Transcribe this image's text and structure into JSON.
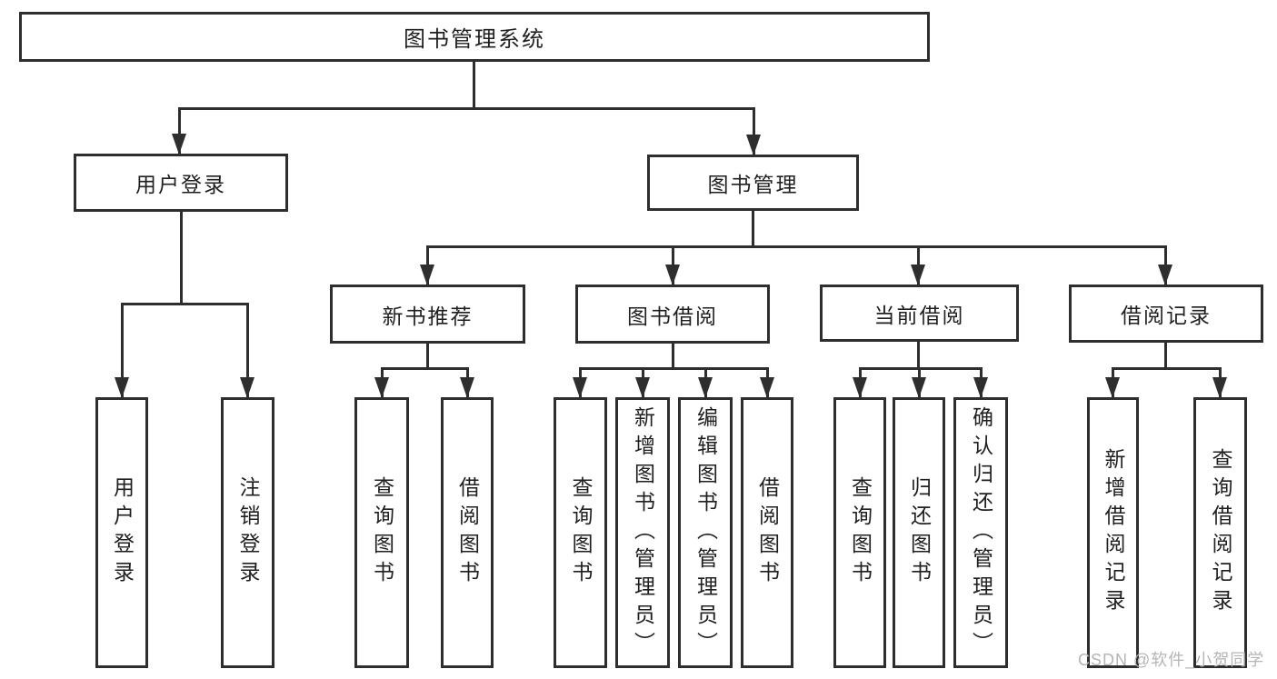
{
  "diagram": {
    "root": {
      "label": "图书管理系统"
    },
    "user_login": {
      "label": "用户登录",
      "children": {
        "login": {
          "label": "用户登录"
        },
        "logout": {
          "label": "注销登录"
        }
      }
    },
    "book_mgmt": {
      "label": "图书管理",
      "children": {
        "new_book_rec": {
          "label": "新书推荐",
          "children": {
            "query": {
              "label": "查询图书"
            },
            "borrow": {
              "label": "借阅图书"
            }
          }
        },
        "book_borrow": {
          "label": "图书借阅",
          "children": {
            "query": {
              "label": "查询图书"
            },
            "add": {
              "label": "新增图书（管理员）"
            },
            "edit": {
              "label": "编辑图书（管理员）"
            },
            "borrow": {
              "label": "借阅图书"
            }
          }
        },
        "current_borrow": {
          "label": "当前借阅",
          "children": {
            "query": {
              "label": "查询图书"
            },
            "return_book": {
              "label": "归还图书"
            },
            "confirm_return": {
              "label": "确认归还（管理员）"
            }
          }
        },
        "borrow_records": {
          "label": "借阅记录",
          "children": {
            "add_record": {
              "label": "新增借阅记录"
            },
            "query_record": {
              "label": "查询借阅记录"
            }
          }
        }
      }
    }
  },
  "colors": {
    "line": "#2e2e2e",
    "text": "#1f1f1f",
    "background": "#ffffff",
    "watermark": "#b5b5b5"
  },
  "watermark": {
    "text": "CSDN @软件_小贺同学"
  }
}
